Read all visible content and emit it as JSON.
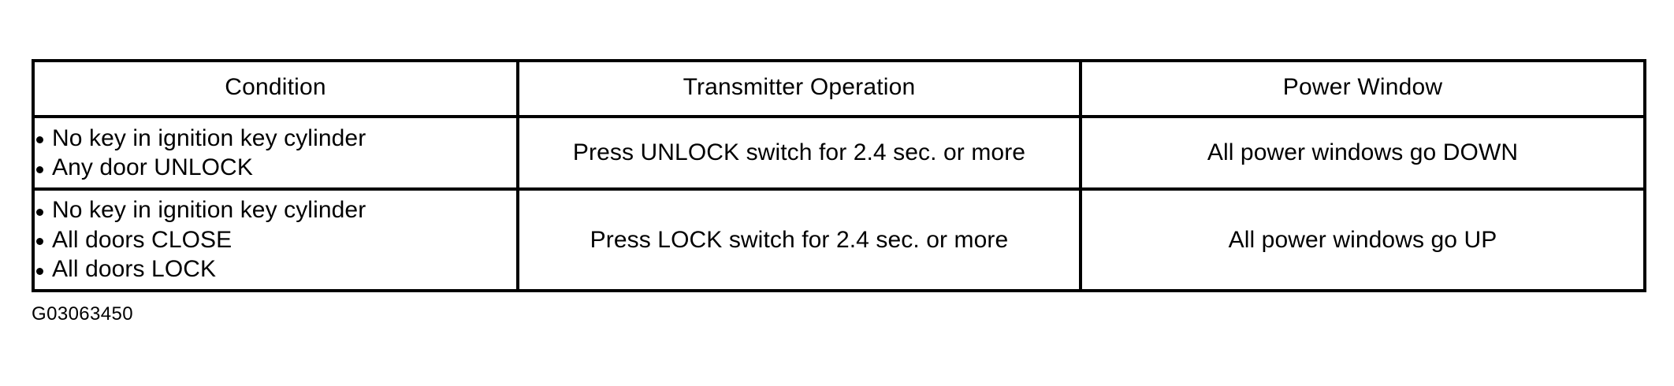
{
  "table": {
    "headers": [
      "Condition",
      "Transmitter Operation",
      "Power Window"
    ],
    "rows": [
      {
        "condition_items": [
          "No key in ignition key cylinder",
          "Any door UNLOCK"
        ],
        "transmitter_operation": "Press UNLOCK switch for 2.4 sec. or more",
        "power_window": "All power windows go DOWN"
      },
      {
        "condition_items": [
          "No key in ignition key cylinder",
          "All doors CLOSE",
          "All doors LOCK"
        ],
        "transmitter_operation": "Press LOCK switch for 2.4 sec. or more",
        "power_window": "All power windows go UP"
      }
    ]
  },
  "figure_code": "G03063450",
  "colors": {
    "border": "#000000",
    "text": "#000000",
    "background": "#ffffff"
  }
}
